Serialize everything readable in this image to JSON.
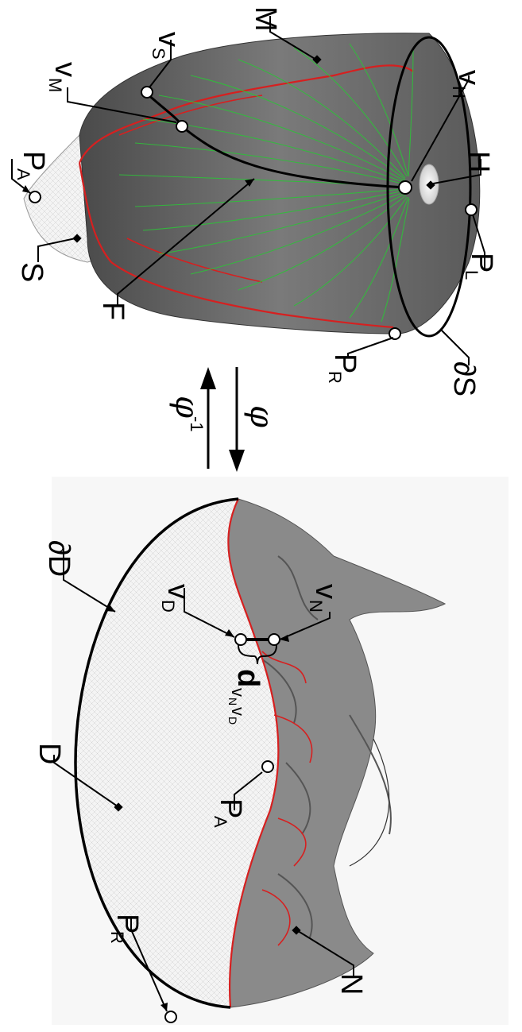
{
  "top_figure": {
    "labels": {
      "P_A": {
        "main": "P",
        "sub": "A"
      },
      "S": {
        "main": "S"
      },
      "F": {
        "main": "F"
      },
      "P_R": {
        "main": "P",
        "sub": "R"
      },
      "dS": {
        "main": "∂S"
      },
      "P_L": {
        "main": "P",
        "sub": "L"
      },
      "H": {
        "main": "H"
      },
      "v_H": {
        "main": "v",
        "sub": "H"
      },
      "M": {
        "main": "M"
      },
      "v_S": {
        "main": "v",
        "sub": "S"
      },
      "v_M": {
        "main": "v",
        "sub": "M"
      }
    }
  },
  "maps": {
    "phi": "φ",
    "phi_inv": "φ",
    "phi_inv_sup": "-1"
  },
  "bottom_figure": {
    "labels": {
      "dD": {
        "main": "∂D"
      },
      "D": {
        "main": "D"
      },
      "v_D": {
        "main": "v",
        "sub": "D"
      },
      "v_N": {
        "main": "v",
        "sub": "N"
      },
      "d_dist": {
        "main": "d",
        "sub": "v",
        "subsub_N": "N",
        "sub2": "v",
        "subsub_D": "D"
      },
      "P_A": {
        "main": "P",
        "sub": "A"
      },
      "P_R": {
        "main": "P",
        "sub": "R"
      },
      "N": {
        "main": "N"
      }
    }
  },
  "colors": {
    "outline": "#000000",
    "red_boundary": "#d62020",
    "green_lines": "#2fbf3a",
    "surface_dark": "#6e6e6e",
    "surface_light": "#f0f0f0"
  }
}
